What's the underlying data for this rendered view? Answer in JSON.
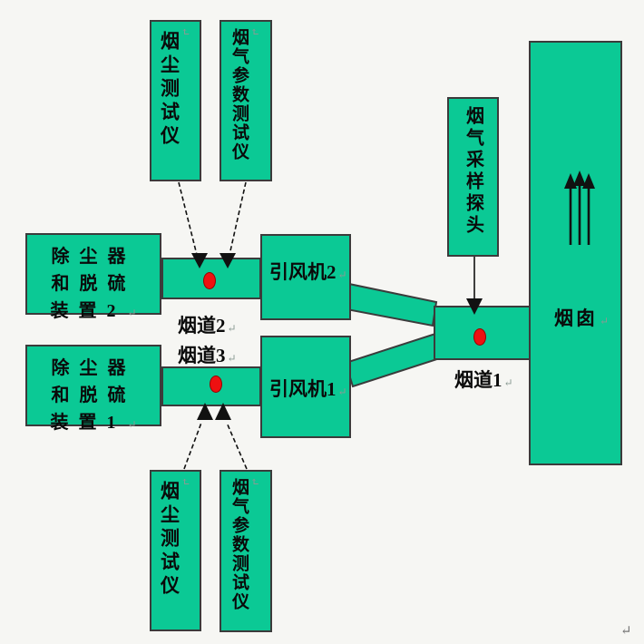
{
  "theme": {
    "bg": "#f6f6f3",
    "box_fill": "#0bc995",
    "box_border": "#3b3b3b",
    "marker_fill": "#ee1111",
    "marker_border": "#990000",
    "arrow_color": "#111111",
    "text_color": "#0a0a0a",
    "return_color": "#8a9a93"
  },
  "boxes": {
    "top_dust_tester": {
      "label": "烟尘测试仪"
    },
    "top_param_tester": {
      "label": "烟气参数测试仪"
    },
    "collector2": {
      "line1": "除尘器",
      "line2": "和脱硫",
      "line3": "装置2"
    },
    "collector1": {
      "line1": "除尘器",
      "line2": "和脱硫",
      "line3": "装置1"
    },
    "fan2": {
      "label": "引风机2"
    },
    "fan1": {
      "label": "引风机1"
    },
    "probe": {
      "label": "烟气采样探头"
    },
    "chimney": {
      "label": "烟囱"
    },
    "bottom_dust_tester": {
      "label": "烟尘测试仪"
    },
    "bottom_param_tester": {
      "label": "烟气参数测试仪"
    }
  },
  "labels": {
    "duct2": "烟道2",
    "duct3": "烟道3",
    "duct1": "烟道1"
  },
  "marks": {
    "return": "↵"
  }
}
